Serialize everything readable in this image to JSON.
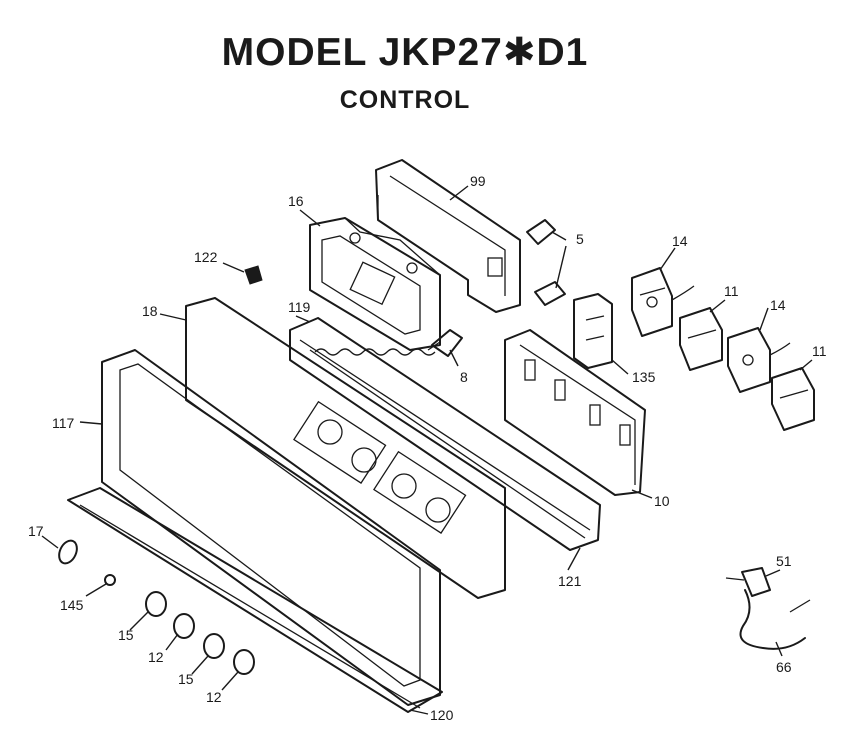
{
  "title": "MODEL JKP27✱D1",
  "subtitle": "CONTROL",
  "callouts": [
    {
      "id": "99",
      "label": "99"
    },
    {
      "id": "16",
      "label": "16"
    },
    {
      "id": "5",
      "label": "5"
    },
    {
      "id": "14a",
      "label": "14"
    },
    {
      "id": "11a",
      "label": "11"
    },
    {
      "id": "14b",
      "label": "14"
    },
    {
      "id": "11b",
      "label": "11"
    },
    {
      "id": "122",
      "label": "122"
    },
    {
      "id": "18",
      "label": "18"
    },
    {
      "id": "119",
      "label": "119"
    },
    {
      "id": "8",
      "label": "8"
    },
    {
      "id": "135",
      "label": "135"
    },
    {
      "id": "117",
      "label": "117"
    },
    {
      "id": "10",
      "label": "10"
    },
    {
      "id": "17",
      "label": "17"
    },
    {
      "id": "121",
      "label": "121"
    },
    {
      "id": "51",
      "label": "51"
    },
    {
      "id": "145",
      "label": "145"
    },
    {
      "id": "15a",
      "label": "15"
    },
    {
      "id": "12a",
      "label": "12"
    },
    {
      "id": "15b",
      "label": "15"
    },
    {
      "id": "12b",
      "label": "12"
    },
    {
      "id": "66",
      "label": "66"
    },
    {
      "id": "120",
      "label": "120"
    }
  ]
}
